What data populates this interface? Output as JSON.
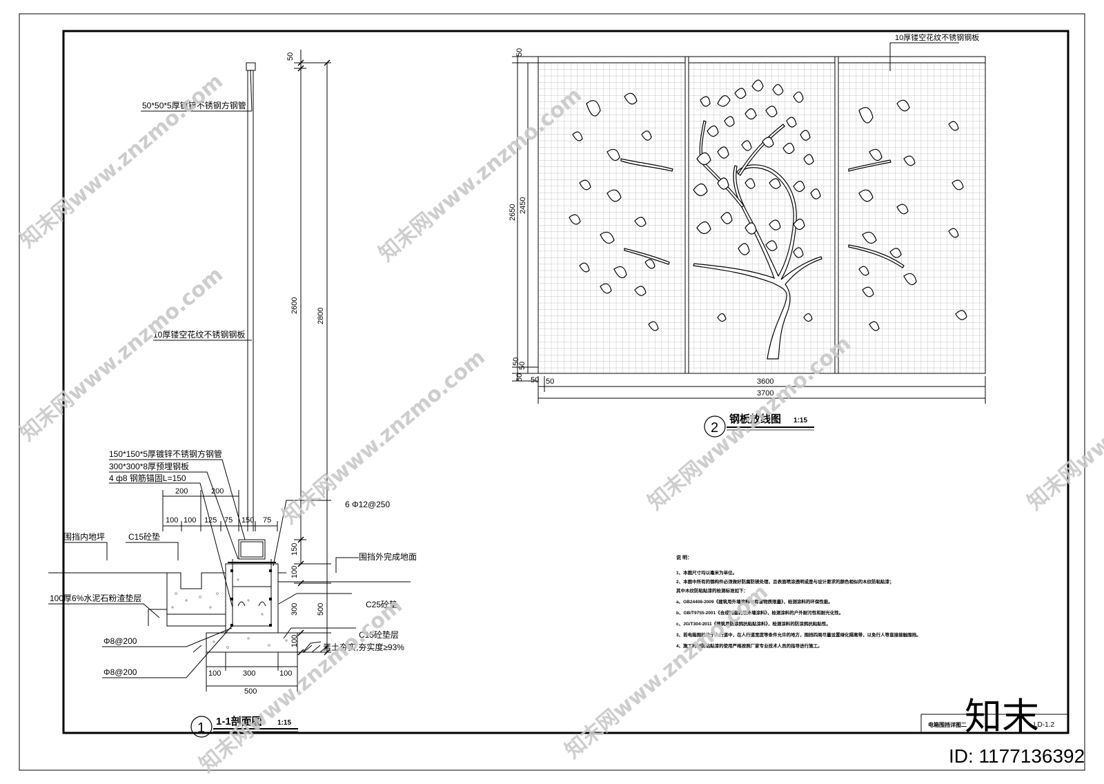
{
  "section": {
    "number": "1",
    "title": "1-1剖面图",
    "scale": "1:15",
    "labels": {
      "top_tube": "50*50*5厚镀锌不锈钢方钢管",
      "panel": "10厚镂空花纹不锈钢钢板",
      "post": "150*150*5厚镀锌不锈钢方钢管",
      "embed_plate": "300*300*8厚预埋钢板",
      "anchor": "4 ф8 钢筋锚固L=150",
      "rebar": "6 Φ12@250",
      "inner_ground": "围挡内地坪",
      "c15_top": "C15砼垫",
      "outer_ground": "围挡外完成地面",
      "cement_layer": "100厚6%水泥石粉渣垫层",
      "c25": "C25砼垫",
      "c15_layer": "C15砼垫层",
      "stirrup1": "Φ8@200",
      "stirrup2": "Φ8@200",
      "compaction": "素土夯实,夯实度≥93%"
    },
    "dims": {
      "top_50": "50",
      "h2600": "2600",
      "h2800": "2800",
      "d200a": "200",
      "d200b": "200",
      "d100a": "100",
      "d100b": "100",
      "d125": "125",
      "d75a": "75",
      "d150": "150",
      "d75b": "75",
      "v150": "150",
      "v100a": "100",
      "v300": "300",
      "v500": "500",
      "v100b": "100",
      "b100a": "100",
      "b300": "300",
      "b100b": "100",
      "b500": "500"
    }
  },
  "plate": {
    "number": "2",
    "title": "钢板放线图",
    "scale": "1:15",
    "label": "10厚镂空花纹不锈钢钢板",
    "dims": {
      "h2650": "2650",
      "h2450": "2450",
      "top50": "50",
      "bot50a": "50",
      "bot50b": "50",
      "bot50c": "50",
      "left50a": "50",
      "left50b": "50",
      "w3600": "3600",
      "w3700": "3700"
    }
  },
  "notes": {
    "heading": "说 明：",
    "lines": [
      "1、本图尺寸均以毫米为单位。",
      "2、本图中所有的钢构件必须做好防腐防锈处理，且表面喷涂透明或是与设计要求的颜色相似的木纹防粘贴漆；",
      "   其中木纹防粘贴漆的检测标准如下：",
      "   a、GB24408-2009《建筑用外墙涂料中有害物质限量》，检测涂料的环保性能。",
      "   b、GB/T9755-2001《合成树脂乳液外墙涂料》，检测涂料的户外耐污性和耐光化性。",
      "   c、JG/T304-2011《建筑用防涂鸦抗粘贴涂料》，检测涂料的防涂鸦抗粘贴性。",
      "3、若电箱围挡位于人行道中，在人行道宽度等条件允许的地方，围挡四周尽量设置绿化隔离带，以免行人等直接接触围挡。",
      "4、施工时对防粘贴漆的使用严格按照厂家专业技术人员的指导进行施工。"
    ]
  },
  "title_block": {
    "drawing_name": "电箱围挡详图二",
    "drawing_no": "LD-1.2"
  },
  "watermark": {
    "logo": "知末",
    "id": "ID: 1177136392",
    "url": "知末网www.znzmo.com"
  }
}
